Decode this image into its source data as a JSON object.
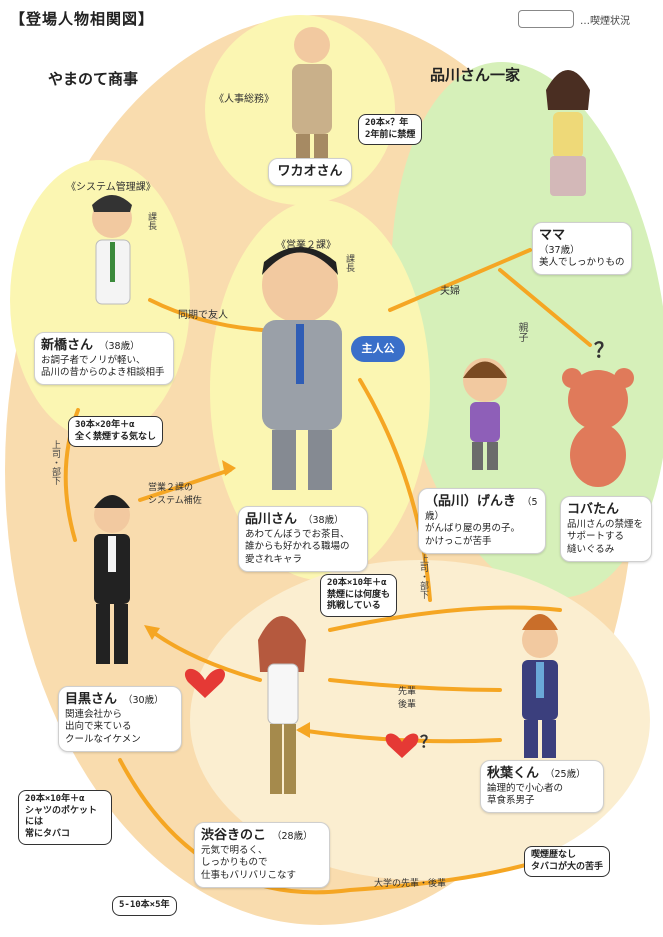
{
  "title": "【登場人物相関図】",
  "legend_label": "…喫煙状況",
  "groups": {
    "yamanote": "やまのて商事",
    "shinagawa_family": "品川さん一家"
  },
  "departments": {
    "jinji": "《人事総務》",
    "system": "《システム管理課》",
    "eigyo2": "《営業２課》",
    "kacho1": "課長",
    "kacho2": "課長"
  },
  "characters": {
    "wakao": {
      "name": "ワカオさん",
      "smoking": [
        "20本×？年",
        "2年前に禁煙"
      ]
    },
    "shinbashi": {
      "name": "新橋さん",
      "age": "（38歳）",
      "desc": [
        "お調子者でノリが軽い、",
        "品川の昔からのよき相談相手"
      ],
      "smoking": [
        "30本×20年＋α",
        "全く禁煙する気なし"
      ]
    },
    "shinagawa": {
      "name": "品川さん",
      "age": "（38歳）",
      "desc": [
        "あわてんぼうでお茶目、",
        "誰からも好かれる職場の",
        "愛されキャラ"
      ],
      "smoking": [
        "20本×10年＋α",
        "禁煙には何度も",
        "挑戦している"
      ],
      "badge": "主人公"
    },
    "mama": {
      "name": "ママ",
      "age": "（37歳）",
      "desc": [
        "美人でしっかりもの"
      ]
    },
    "genki": {
      "name": "（品川）げんき",
      "age": "（5歳）",
      "desc": [
        "がんばり屋の男の子。",
        "かけっこが苦手"
      ]
    },
    "koba": {
      "name": "コバたん",
      "desc": [
        "品川さんの禁煙を",
        "サポートする",
        "縫いぐるみ"
      ]
    },
    "meguro": {
      "name": "目黒さん",
      "age": "（30歳）",
      "desc": [
        "関連会社から",
        "出向で来ている",
        "クールなイケメン"
      ],
      "smoking": [
        "20本×10年＋α",
        "シャツのポケット",
        "には",
        "常にタバコ"
      ]
    },
    "shibuya": {
      "name": "渋谷きのこ",
      "age": "（28歳）",
      "desc": [
        "元気で明るく、",
        "しっかりもので",
        "仕事もバリバリこなす"
      ],
      "smoking": [
        "5-10本×5年"
      ]
    },
    "akiba": {
      "name": "秋葉くん",
      "age": "（25歳）",
      "desc": [
        "論理的で小心者の",
        "草食系男子"
      ],
      "smoking": [
        "喫煙歴なし",
        "タバコが大の苦手"
      ]
    }
  },
  "relations": {
    "doki": "同期で友人",
    "fufu": "夫婦",
    "oyako": "親子",
    "jouge1": "上司・部下",
    "jouge2": "上司・部下",
    "hosa": [
      "営業２課の",
      "システム補佐"
    ],
    "senpai": [
      "先輩",
      "後輩"
    ],
    "daigaku": "大学の先輩・後輩",
    "question": "？"
  },
  "colors": {
    "company_area": "#f9dcae",
    "family_area": "#d6f0b9",
    "hero_area": "#fbf6b2",
    "arrow": "#f5a623",
    "heart": "#e53935",
    "badge": "#3a6fc9"
  }
}
